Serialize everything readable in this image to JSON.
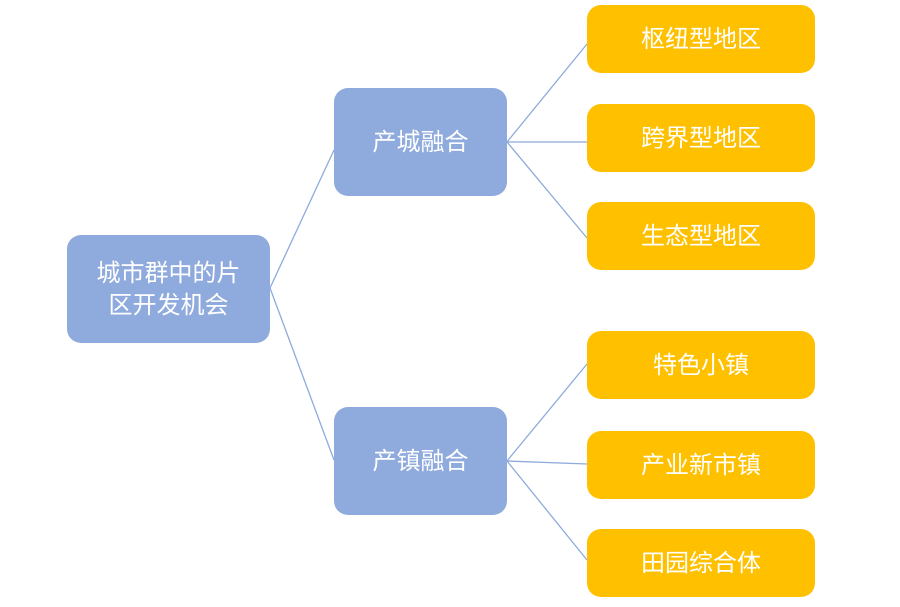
{
  "diagram": {
    "root": {
      "label": "城市群中的片区开发机会"
    },
    "branches": [
      {
        "label": "产城融合",
        "leaves": [
          {
            "label": "枢纽型地区"
          },
          {
            "label": "跨界型地区"
          },
          {
            "label": "生态型地区"
          }
        ]
      },
      {
        "label": "产镇融合",
        "leaves": [
          {
            "label": "特色小镇"
          },
          {
            "label": "产业新市镇"
          },
          {
            "label": "田园综合体"
          }
        ]
      }
    ],
    "colors": {
      "root": "#8faadc",
      "branch": "#8faadc",
      "leaf": "#ffc000",
      "connector": "#8faadc",
      "text": "#ffffff"
    }
  }
}
